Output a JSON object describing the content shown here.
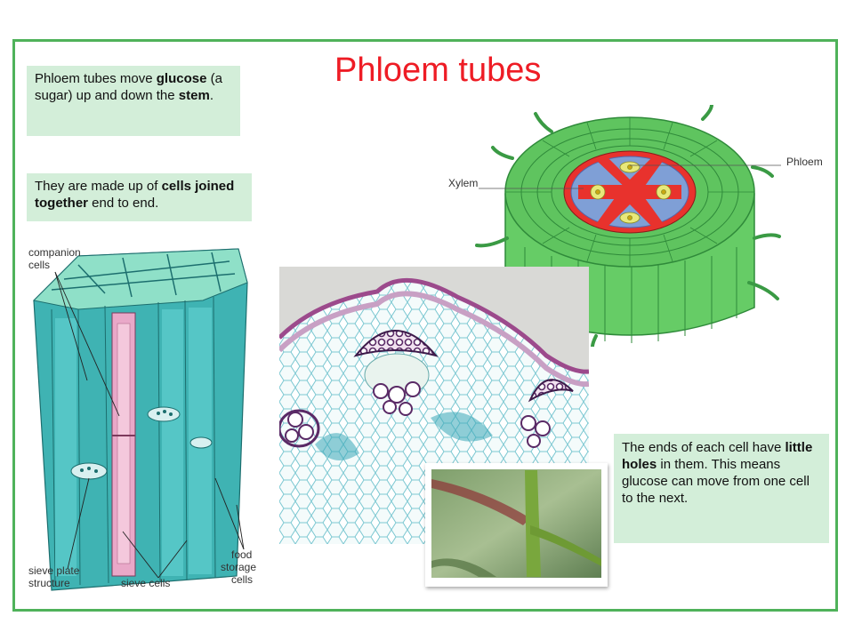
{
  "slide": {
    "title": "Phloem tubes",
    "box1": {
      "p1": "Phloem tubes move ",
      "b1": "glucose",
      "p2": " (a sugar) up and down the ",
      "b2": "stem",
      "p3": "."
    },
    "box2": {
      "p1": "They are made up of ",
      "b1": "cells joined together",
      "p2": " end to end."
    },
    "box3": {
      "p1": "The ends of each cell have ",
      "b1": "little holes",
      "p2": " in them. This means glucose can move from one cell to the next."
    }
  },
  "stem_diagram": {
    "label_xylem": "Xylem",
    "label_phloem": "Phloem"
  },
  "cell_diagram": {
    "label_companion_1": "companion",
    "label_companion_2": "cells",
    "label_sieve_plate_1": "sieve plate",
    "label_sieve_plate_2": "structure",
    "label_sieve_cells": "sieve cells",
    "label_food_1": "food",
    "label_food_2": "storage",
    "label_food_3": "cells"
  },
  "colors": {
    "frame": "#4fb25a",
    "title": "#ee1c25",
    "textbox_bg": "#d3eed9"
  }
}
